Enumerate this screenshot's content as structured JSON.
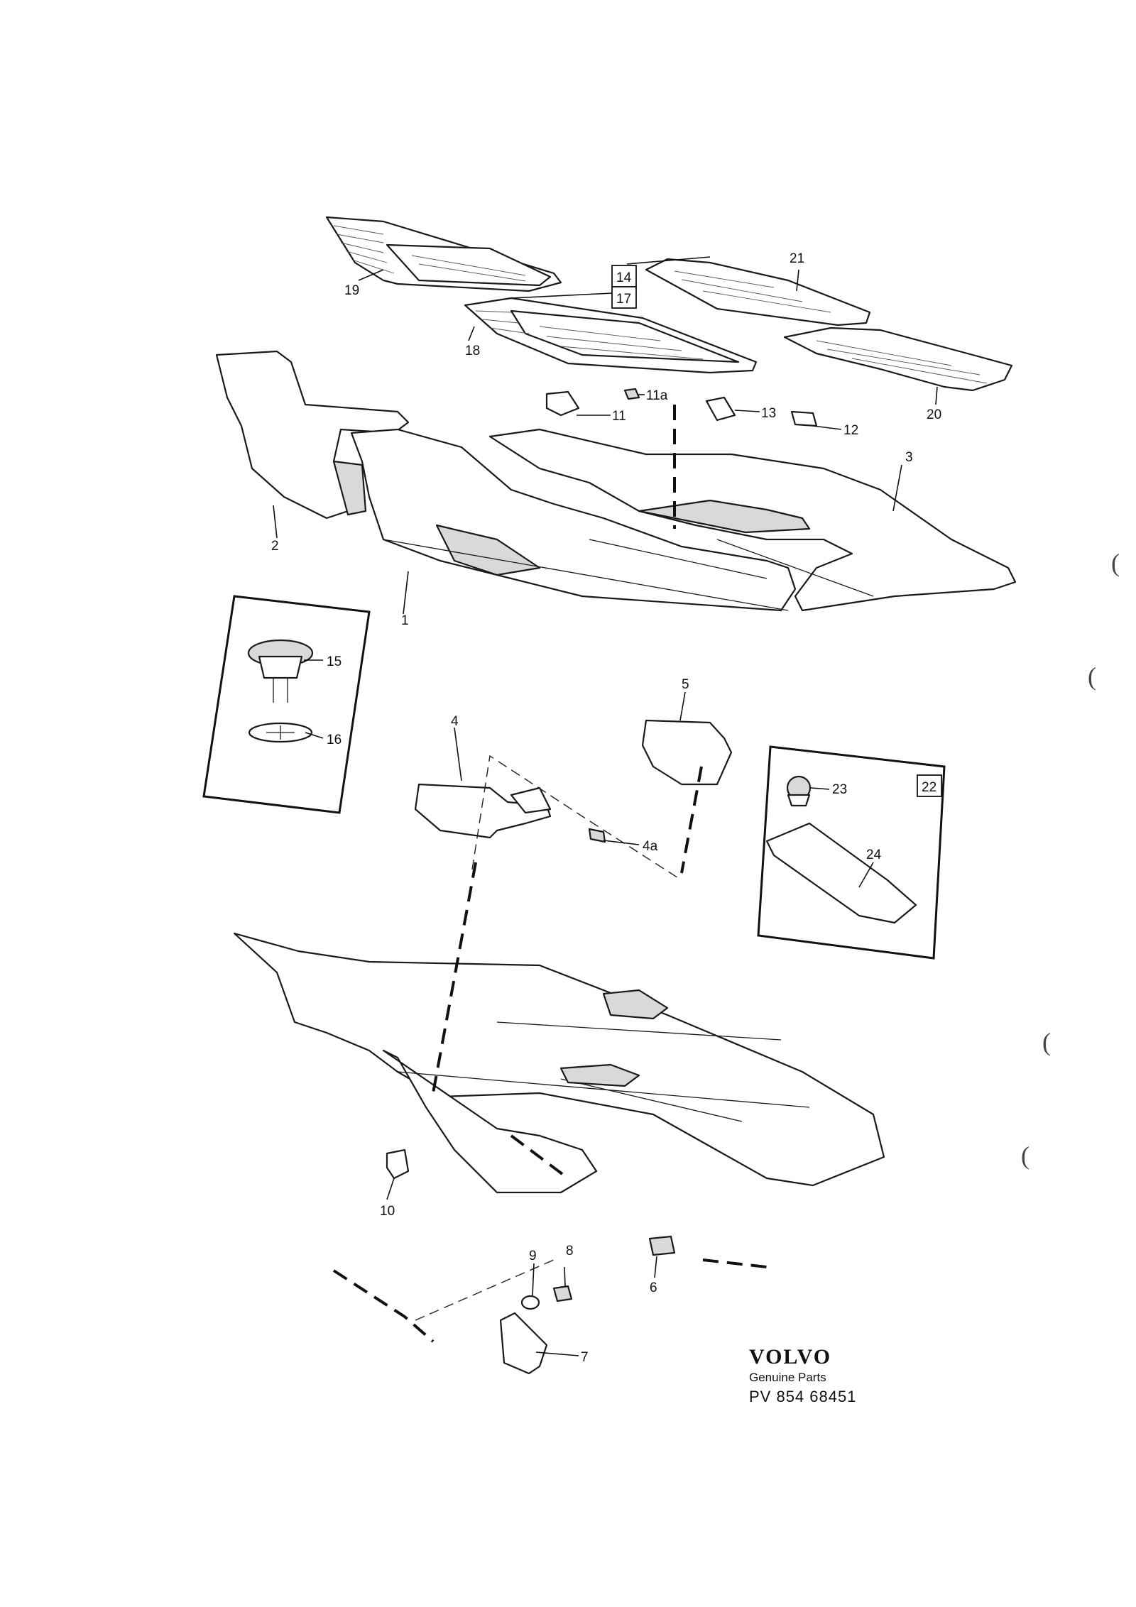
{
  "callouts": {
    "c1": "1",
    "c2": "2",
    "c3": "3",
    "c4": "4",
    "c4a": "4a",
    "c5": "5",
    "c6": "6",
    "c7": "7",
    "c8": "8",
    "c9": "9",
    "c10": "10",
    "c11": "11",
    "c11a": "11a",
    "c12": "12",
    "c13": "13",
    "c14": "14",
    "c15": "15",
    "c16": "16",
    "c17": "17",
    "c18": "18",
    "c19": "19",
    "c20": "20",
    "c21": "21",
    "c22": "22",
    "c23": "23",
    "c24": "24"
  },
  "brand": {
    "logo": "VOLVO",
    "subtitle": "Genuine Parts",
    "code": "PV 854 68451"
  }
}
